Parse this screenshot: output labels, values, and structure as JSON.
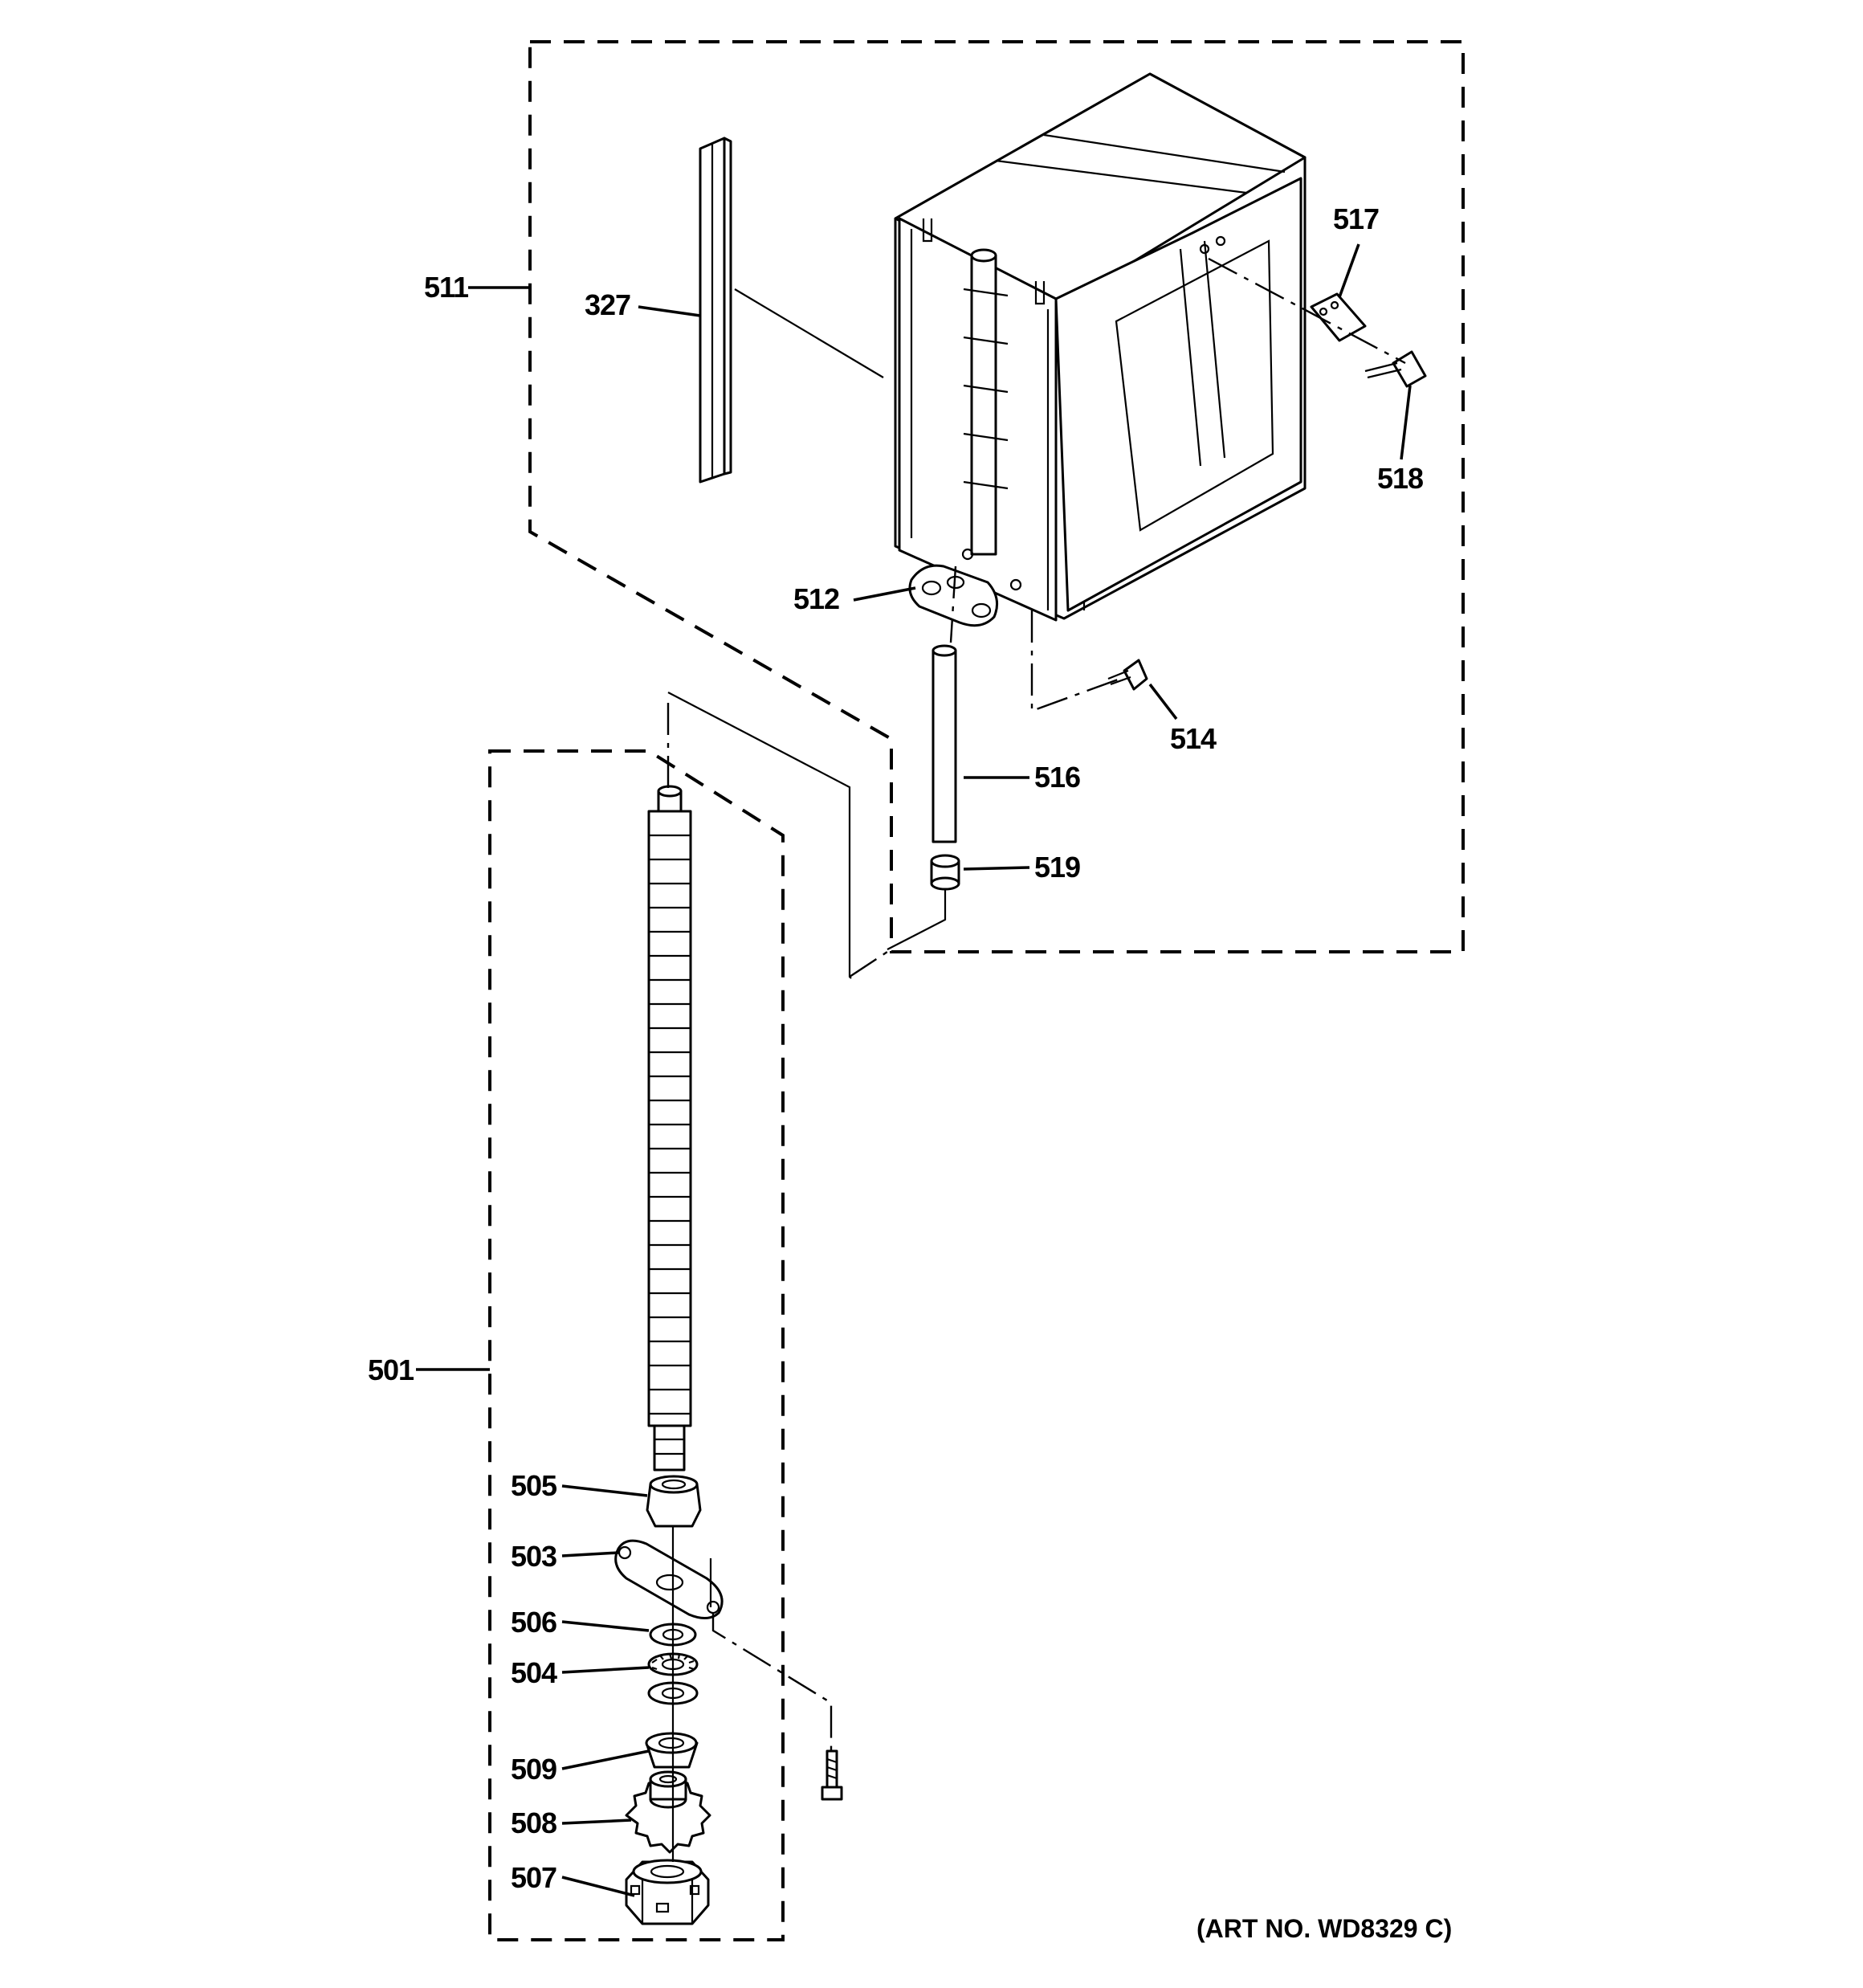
{
  "diagram": {
    "callouts": [
      {
        "id": "327",
        "label": "327"
      },
      {
        "id": "501",
        "label": "501"
      },
      {
        "id": "503",
        "label": "503"
      },
      {
        "id": "504",
        "label": "504"
      },
      {
        "id": "505",
        "label": "505"
      },
      {
        "id": "506",
        "label": "506"
      },
      {
        "id": "507",
        "label": "507"
      },
      {
        "id": "508",
        "label": "508"
      },
      {
        "id": "509",
        "label": "509"
      },
      {
        "id": "511",
        "label": "511"
      },
      {
        "id": "512",
        "label": "512"
      },
      {
        "id": "514",
        "label": "514"
      },
      {
        "id": "516",
        "label": "516"
      },
      {
        "id": "517",
        "label": "517"
      },
      {
        "id": "518",
        "label": "518"
      },
      {
        "id": "519",
        "label": "519"
      }
    ],
    "art_number": "(ART NO. WD8329 C)"
  }
}
